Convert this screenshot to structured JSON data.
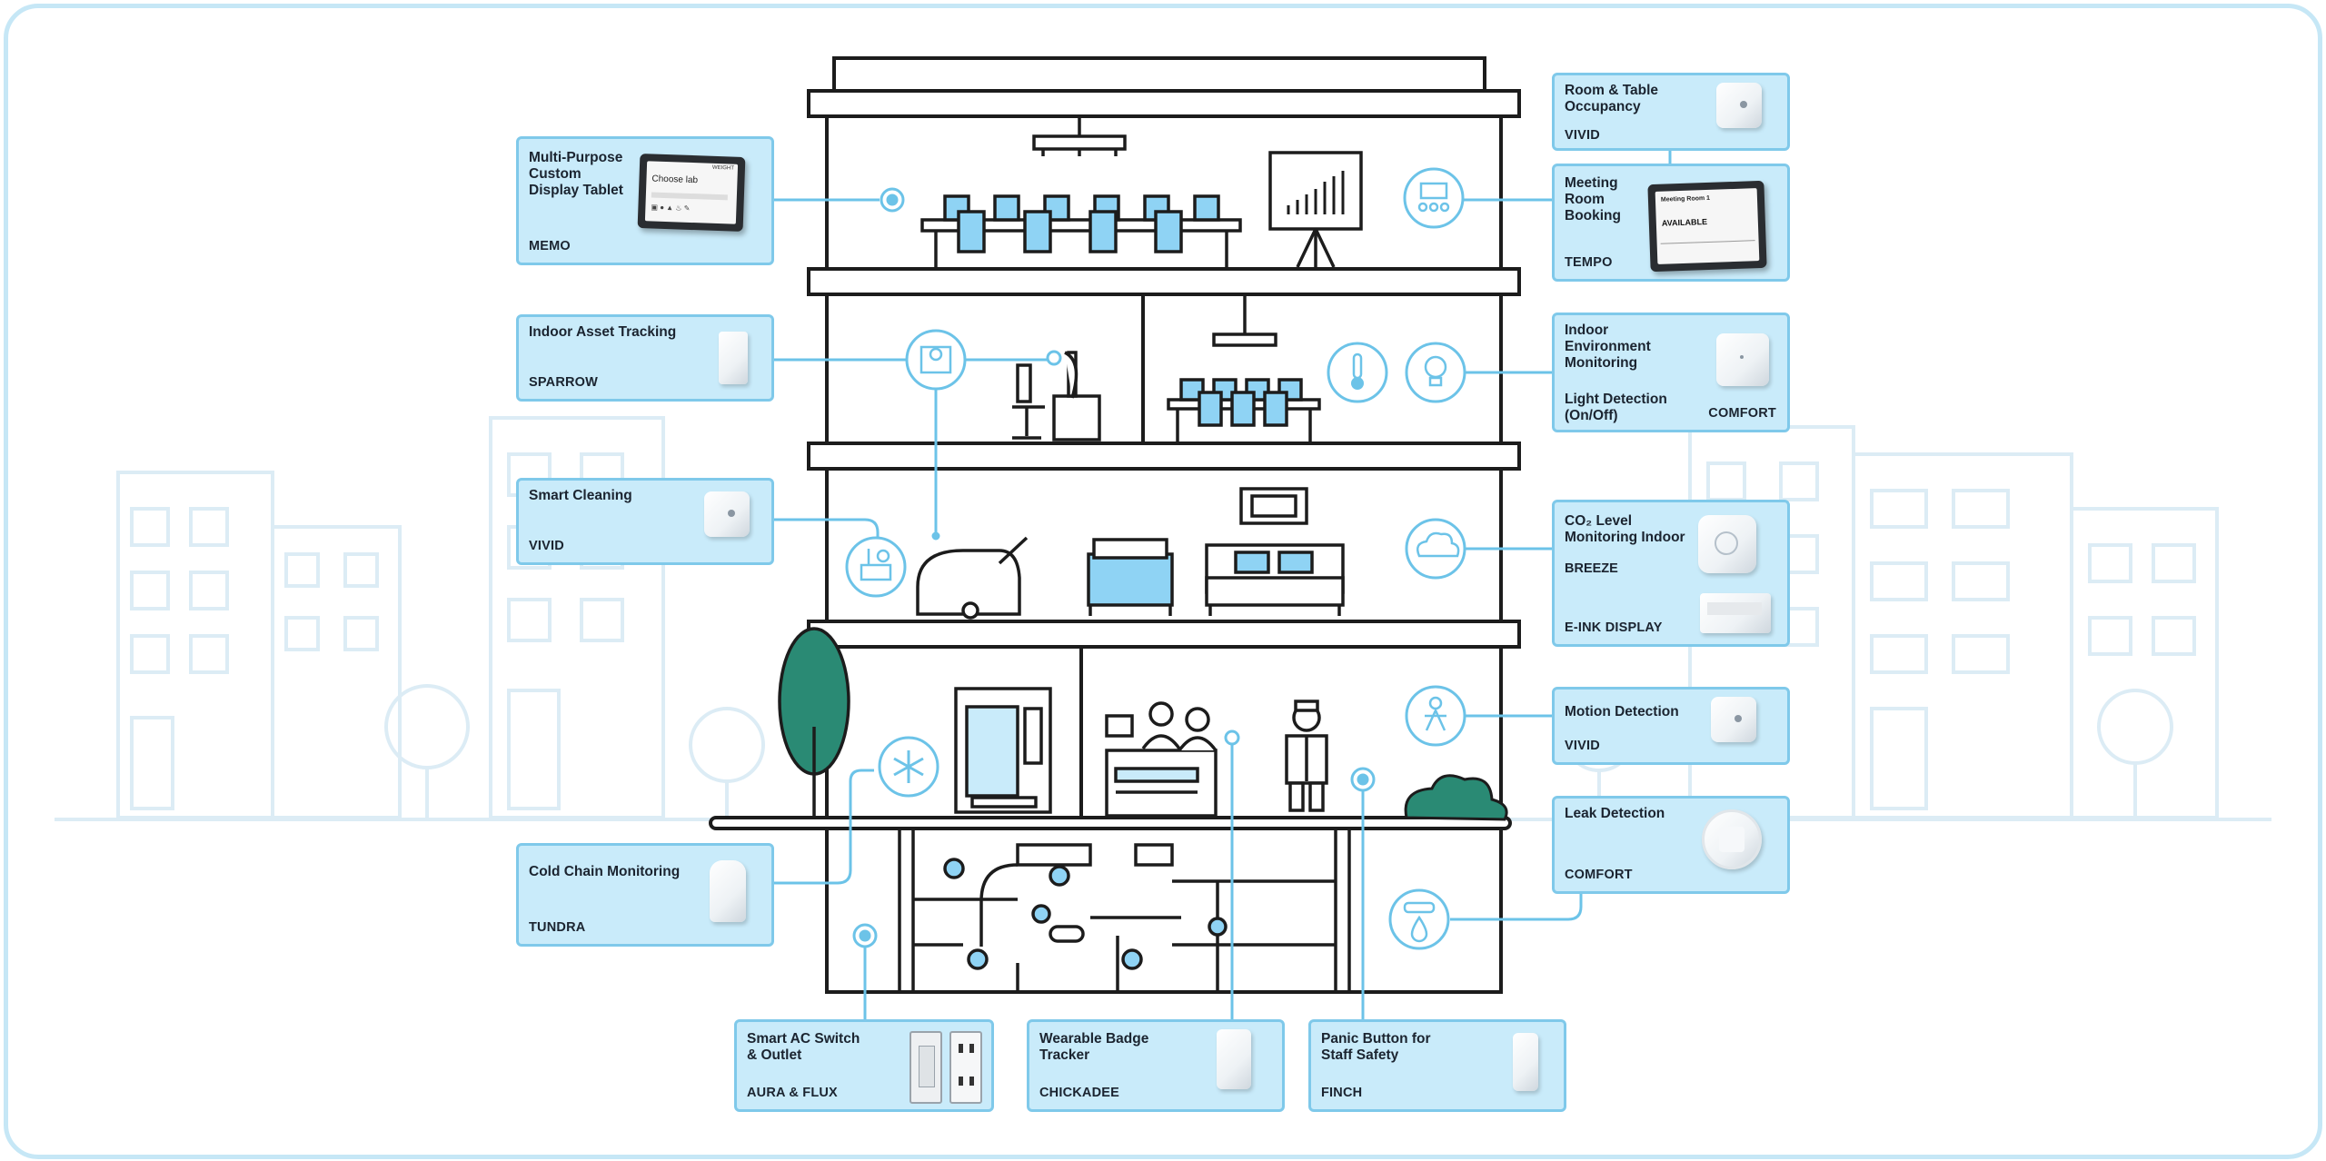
{
  "colors": {
    "card_fill": "#c9ebfa",
    "card_border": "#7fc9ea",
    "connector": "#6cc3e8",
    "outline": "#1c1c1c",
    "tree": "#2a8a74",
    "background_city": "#dcecf5"
  },
  "cards": {
    "memo": {
      "title": "Multi-Purpose\nCustom\nDisplay Tablet",
      "product": "MEMO",
      "screen_text": "Choose lab",
      "brand": "WEIGHT"
    },
    "sparrow": {
      "title": "Indoor Asset Tracking",
      "product": "SPARROW"
    },
    "smart_cleaning": {
      "title": "Smart Cleaning",
      "product": "VIVID"
    },
    "tundra": {
      "title": "Cold Chain Monitoring",
      "product": "TUNDRA"
    },
    "room_occupancy": {
      "title": "Room & Table\nOccupancy",
      "product": "VIVID"
    },
    "tempo": {
      "title": "Meeting\nRoom\nBooking",
      "product": "TEMPO",
      "screen_title": "Meeting Room 1",
      "screen_status": "AVAILABLE"
    },
    "comfort_env": {
      "title": "Indoor\nEnvironment\nMonitoring",
      "subtitle": "Light Detection\n(On/Off)",
      "product": "COMFORT"
    },
    "breeze": {
      "title": "CO₂ Level\nMonitoring Indoor",
      "product": "BREEZE",
      "product2": "E-INK DISPLAY"
    },
    "motion": {
      "title": "Motion Detection",
      "product": "VIVID"
    },
    "leak": {
      "title": "Leak Detection",
      "product": "COMFORT"
    },
    "aura_flux": {
      "title": "Smart AC Switch\n& Outlet",
      "product": "AURA & FLUX"
    },
    "chickadee": {
      "title": "Wearable Badge\nTracker",
      "product": "CHICKADEE"
    },
    "finch": {
      "title": "Panic Button for\nStaff Safety",
      "product": "FINCH"
    }
  },
  "icons": [
    "target-icon",
    "asset-map-icon",
    "cleaning-icon",
    "snowflake-icon",
    "meeting-icon",
    "thermometer-icon",
    "lightbulb-icon",
    "co2-cloud-icon",
    "motion-person-icon",
    "water-leak-icon"
  ]
}
